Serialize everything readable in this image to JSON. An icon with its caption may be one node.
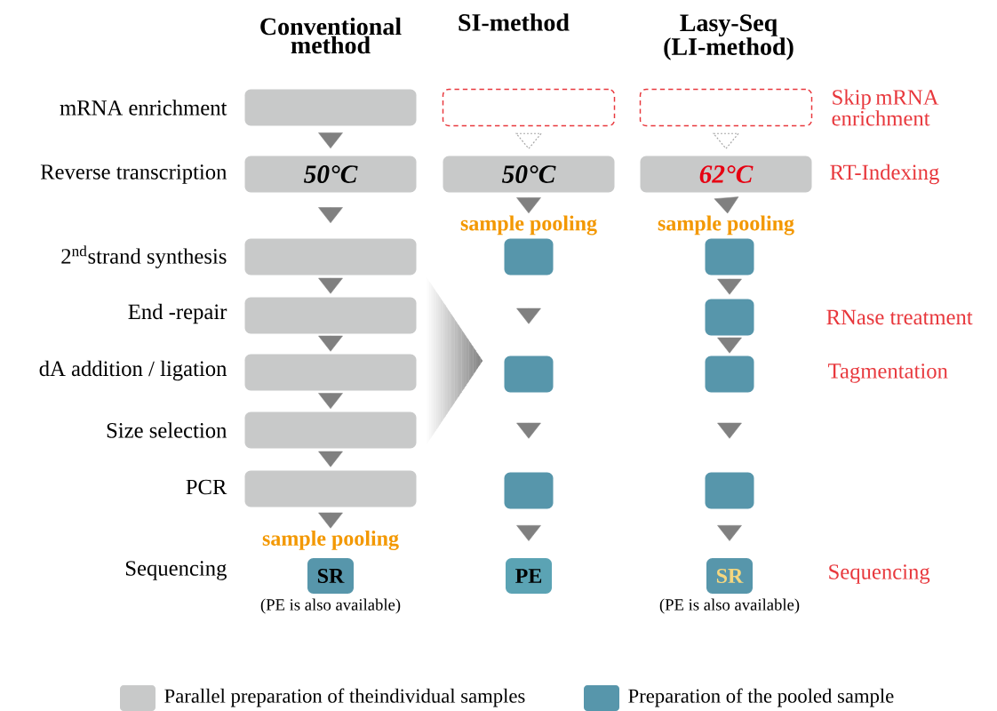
{
  "diagram": {
    "nodes": [
      {
        "text": [],
        "shape": "box"
      },
      {
        "text": [],
        "shape": "box"
      },
      {
        "text": [],
        "shape": "box"
      },
      {
        "text": [
          "50°C"
        ]
      },
      {
        "text": [
          "50°C"
        ]
      },
      {
        "text": [
          "62°C"
        ]
      },
      {
        "text": [],
        "shape": "box"
      },
      {
        "text": [],
        "shape": "box"
      },
      {
        "text": [],
        "shape": "box"
      },
      {
        "text": [],
        "shape": "box"
      },
      {
        "text": [],
        "shape": "box"
      },
      {
        "text": [],
        "shape": "box"
      },
      {
        "text": [],
        "shape": "box"
      },
      {
        "text": [],
        "shape": "box"
      },
      {
        "text": [],
        "shape": "box"
      },
      {
        "text": [],
        "shape": "box"
      },
      {
        "text": [],
        "shape": "box"
      },
      {
        "text": [],
        "shape": "box"
      },
      {
        "text": [
          "SR"
        ],
        "beside": [
          "(PE is also available)"
        ]
      },
      {
        "text": [
          "PE"
        ]
      },
      {
        "text": [
          "SR"
        ],
        "beside": [
          "(PE is also available)"
        ]
      }
    ],
    "edges": [
      {
        "from": 0,
        "to": 3,
        "arrow": "to"
      },
      {
        "from": 1,
        "to": 4,
        "arrow": "to",
        "style": "dashed"
      },
      {
        "from": 2,
        "to": 5,
        "arrow": "to",
        "style": "dashed"
      },
      {
        "from": 3,
        "to": 6,
        "arrow": "to"
      },
      {
        "from": 4,
        "to": 7,
        "arrow": "to",
        "label": "sample pooling"
      },
      {
        "from": 5,
        "to": 8,
        "arrow": "to",
        "label": "sample pooling"
      },
      {
        "from": 6,
        "to": 9,
        "arrow": "to"
      },
      {
        "from": 7,
        "to": 12,
        "arrow": "to"
      },
      {
        "from": 8,
        "to": 10,
        "arrow": "to"
      },
      {
        "from": 9,
        "to": 11,
        "arrow": "to"
      },
      {
        "from": 10,
        "to": 13,
        "arrow": "to"
      },
      {
        "from": 11,
        "to": 14,
        "arrow": "to"
      },
      {
        "from": 12,
        "to": 16,
        "arrow": "to"
      },
      {
        "from": 13,
        "to": 17,
        "arrow": "to"
      },
      {
        "from": 14,
        "to": 15,
        "arrow": "to"
      },
      {
        "from": 15,
        "to": 18,
        "arrow": "to",
        "label": "sample pooling"
      },
      {
        "from": 16,
        "to": 19,
        "arrow": "to"
      },
      {
        "from": 17,
        "to": 20,
        "arrow": "to"
      }
    ],
    "labels": [
      "Conventional method",
      "SI-method",
      "Lasy-Seq (LI-method)",
      "mRNA enrichment",
      "Skip mRNA enrichment",
      "Reverse transcription",
      "RT-Indexing",
      "2$^{nd}$strand synthesis",
      "End -repair",
      "RNase treatment",
      "dA addition / ligation",
      "Tagmentation",
      "Size selection",
      "PCR",
      "Sequencing",
      "Sequencing"
    ],
    "legend": [
      {
        "text": "Parallel preparation of theindividual samples",
        "color": "#c8c9c9"
      },
      {
        "text": "Preparation of the pooled sample",
        "color": "#5796ab"
      }
    ]
  }
}
